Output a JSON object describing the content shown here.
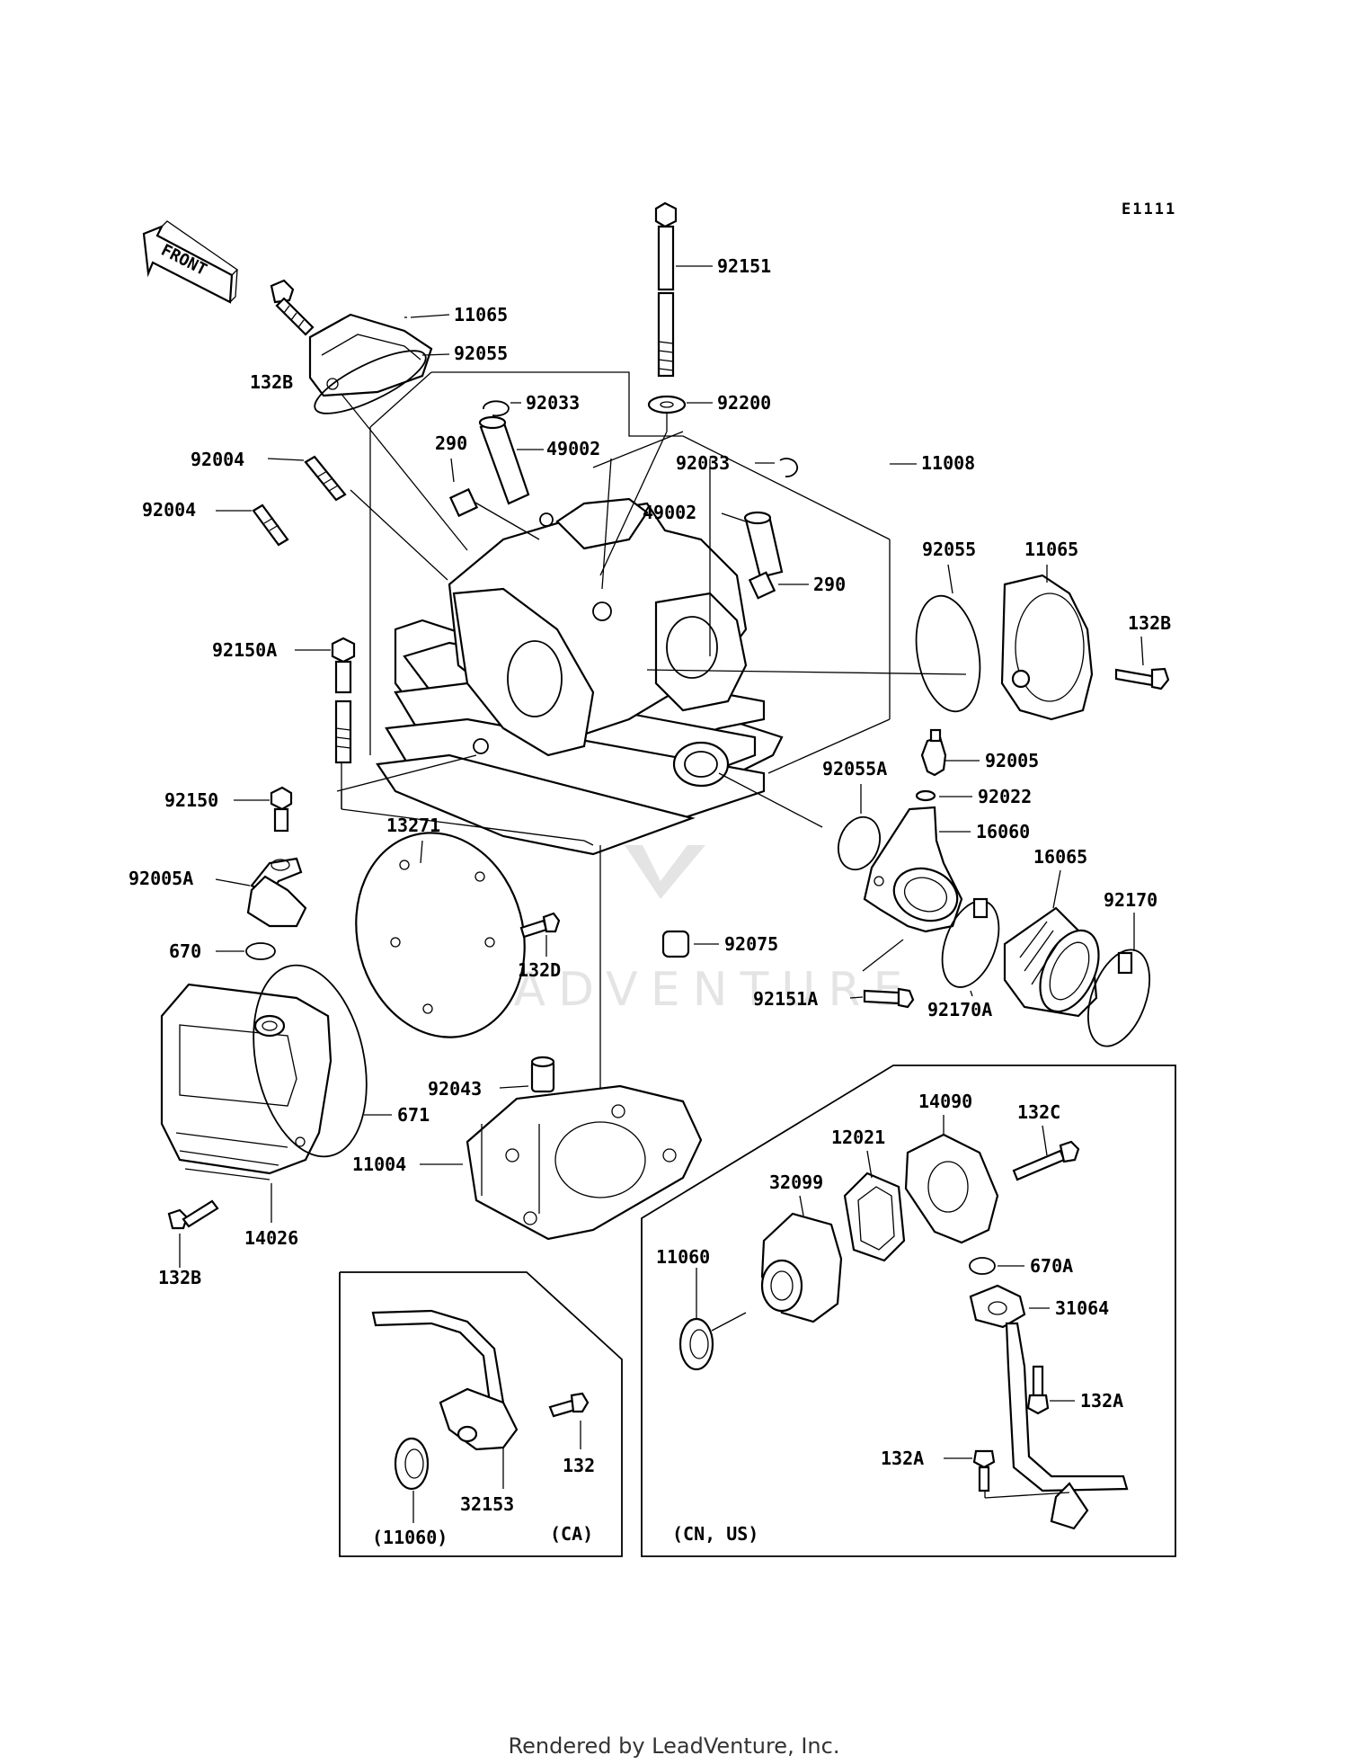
{
  "diagram_ref": "E1111",
  "front_label": "FRONT",
  "labels": {
    "p92151": "92151",
    "p11065a": "11065",
    "p132b_a": "132B",
    "p92055a": "92055",
    "p92033a": "92033",
    "p92200": "92200",
    "p290a": "290",
    "p49002a": "49002",
    "p92004a": "92004",
    "p92033b": "92033",
    "p11008": "11008",
    "p92004b": "92004",
    "p49002b": "49002",
    "p92055b": "92055",
    "p11065b": "11065",
    "p290b": "290",
    "p132b_b": "132B",
    "p92150a": "92150A",
    "p92005": "92005",
    "p92055a_b": "92055A",
    "p92022": "92022",
    "p92150": "92150",
    "p16060": "16060",
    "p13271": "13271",
    "p16065": "16065",
    "p92170": "92170",
    "p92005a": "92005A",
    "p92075": "92075",
    "p670": "670",
    "p132d": "132D",
    "p92151a": "92151A",
    "p92170a": "92170A",
    "p92043": "92043",
    "p671": "671",
    "p14090": "14090",
    "p132c": "132C",
    "p11004": "11004",
    "p12021": "12021",
    "p32099": "32099",
    "p14026": "14026",
    "p11060": "11060",
    "p670a": "670A",
    "p132b_c": "132B",
    "p31064": "31064",
    "p132a_a": "132A",
    "p132": "132",
    "p132a_b": "132A",
    "p32153": "32153",
    "p11060_paren": "(11060)",
    "ca": "(CA)",
    "cn_us": "(CN, US)"
  },
  "watermark": "LEADVENTURE",
  "footer": "Rendered by LeadVenture, Inc."
}
